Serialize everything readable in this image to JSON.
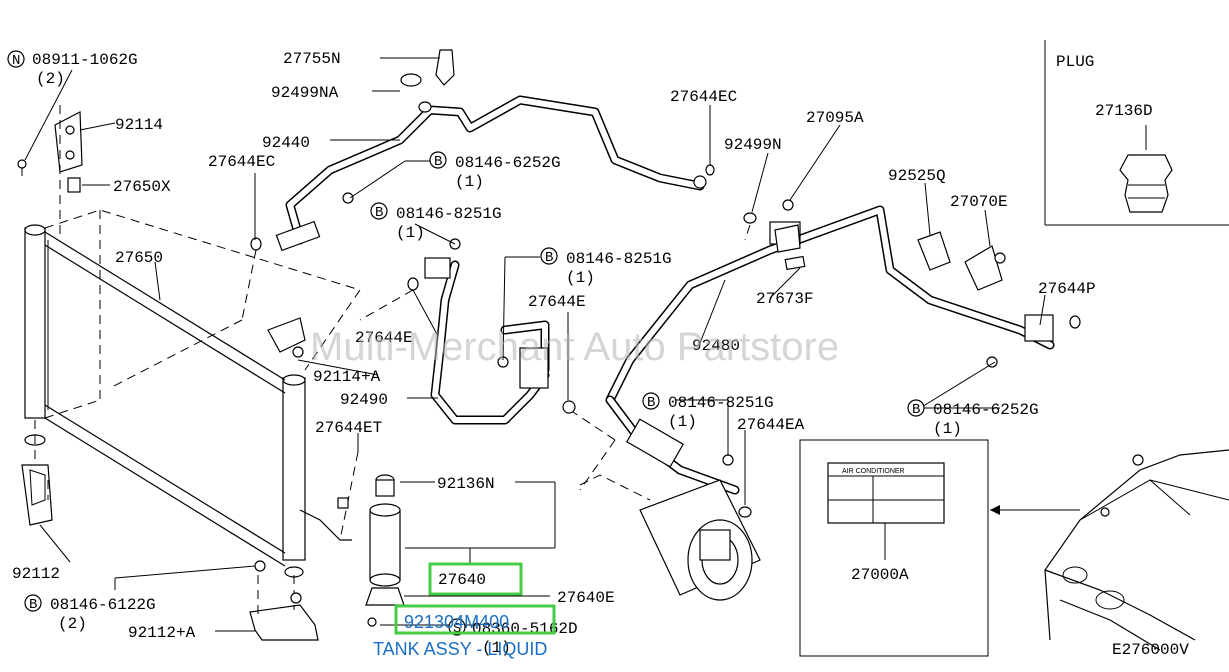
{
  "labels": {
    "n_08911": "08911-1062G",
    "n_08911_qty": "(2)",
    "p92114": "92114",
    "p27650x": "27650X",
    "p27644ec_left": "27644EC",
    "p27650": "27650",
    "p27755n": "27755N",
    "p92499na": "92499NA",
    "p92440": "92440",
    "b08146_6252g_top": "08146-6252G",
    "b08146_6252g_top_qty": "(1)",
    "b08146_8251g_a": "08146-8251G",
    "b08146_8251g_a_qty": "(1)",
    "b08146_8251g_b": "08146-8251G",
    "b08146_8251g_b_qty": "(1)",
    "p27644e_mid": "27644E",
    "p27644e_left": "27644E",
    "p92114a": "92114+A",
    "p92490": "92490",
    "p27644et": "27644ET",
    "p92112": "92112",
    "b08146_6122g": "08146-6122G",
    "b08146_6122g_qty": "(2)",
    "p92112a": "92112+A",
    "p92136n": "92136N",
    "p27640": "27640",
    "p27640e": "27640E",
    "s08360_5162d": "08360-5162D",
    "s08360_qty": "(1)",
    "p27644ec_right": "27644EC",
    "p92499n": "92499N",
    "p27095a": "27095A",
    "p92525q": "92525Q",
    "p27070e": "27070E",
    "p27673f": "27673F",
    "p92480": "92480",
    "p27644p": "27644P",
    "b08146_8251g_c": "08146-8251G",
    "b08146_8251g_c_qty": "(1)",
    "p27644ea": "27644EA",
    "b08146_6252g_right": "08146-6252G",
    "b08146_6252g_right_qty": "(1)",
    "plug_title": "PLUG",
    "p27136d": "27136D",
    "ac_label_title": "AIR CONDITIONER",
    "p27000a": "27000A",
    "figure_code": "E276000V",
    "circle_n": "N",
    "circle_b": "B",
    "circle_s": "S"
  },
  "overlay": {
    "part_number": "921304M400",
    "part_name": "TANK ASSY - LIQUID",
    "watermark": "Multi-Merchant Auto Partstore"
  },
  "colors": {
    "highlight": "#44cc44",
    "link_blue": "#1a6fc4",
    "watermark": "#b4b4b4"
  }
}
